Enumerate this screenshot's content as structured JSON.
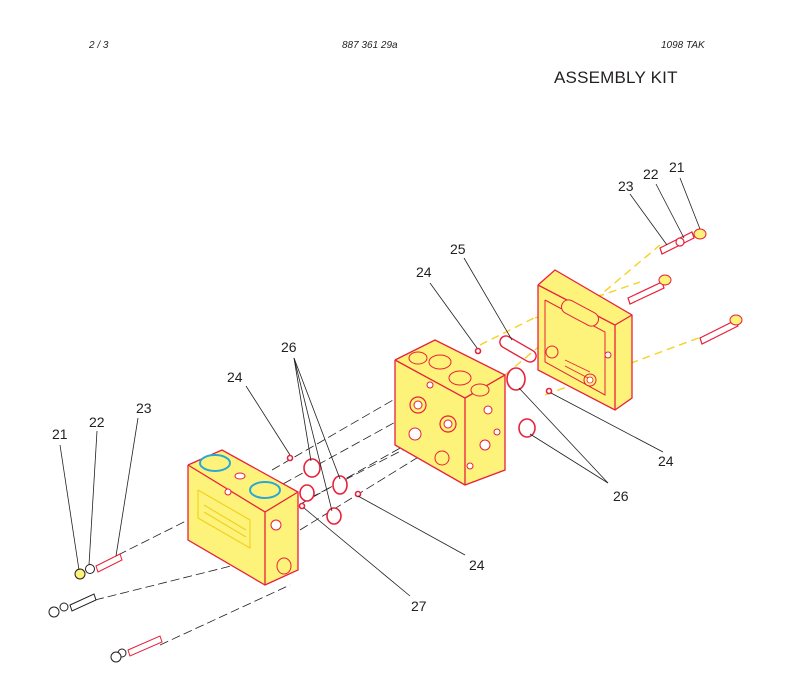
{
  "header": {
    "page": "2 / 3",
    "document_number": "887 361 29a",
    "revision": "1098   TAK"
  },
  "title": "ASSEMBLY KIT",
  "callouts": {
    "c21_right": "21",
    "c22_right": "22",
    "c23_right": "23",
    "c25": "25",
    "c24_top": "24",
    "c24_right": "24",
    "c26_right": "26",
    "c26_left": "26",
    "c24_left": "24",
    "c21_left": "21",
    "c22_left": "22",
    "c23_left": "23",
    "c24_bottom": "24",
    "c27": "27"
  },
  "colors": {
    "outline": "#e8203a",
    "face": "#fdf37a",
    "face_line": "#f2cf1d",
    "seal": "#2aa7d8",
    "leader": "#231f20"
  }
}
